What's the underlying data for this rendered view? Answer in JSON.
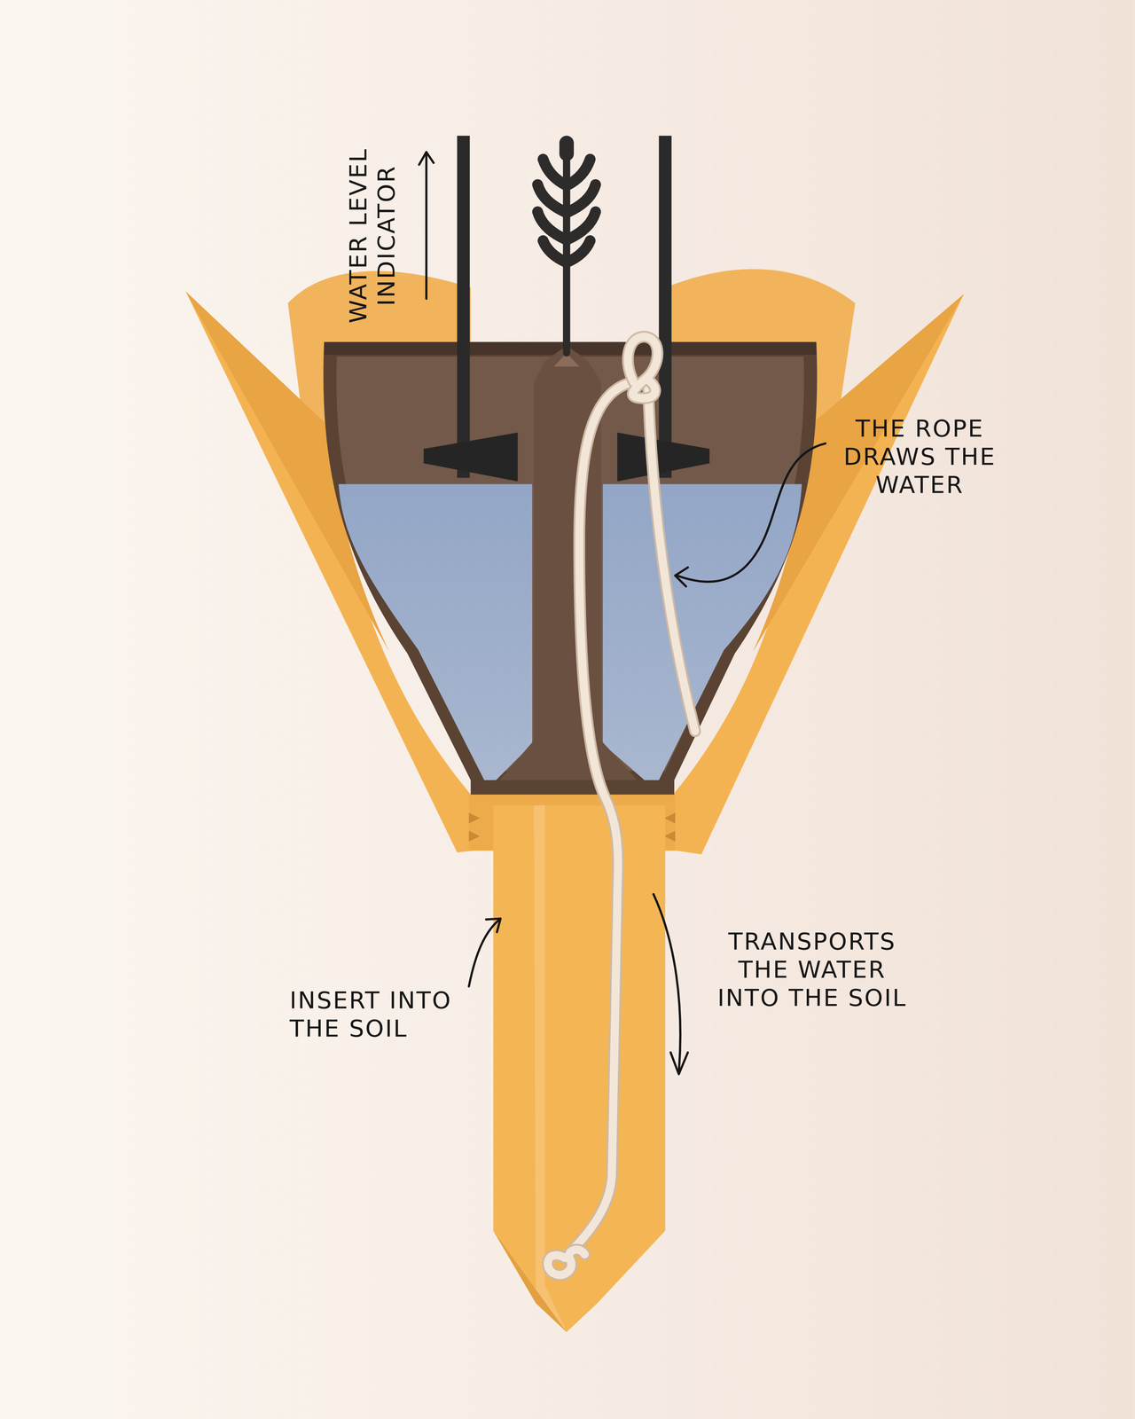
{
  "diagram": {
    "labels": [
      "WATER LEVEL INDICATOR",
      "THE ROPE DRAWS THE WATER",
      "TRANSPORTS THE WATER INTO THE SOIL",
      "INSERT INTO THE SOIL"
    ]
  }
}
